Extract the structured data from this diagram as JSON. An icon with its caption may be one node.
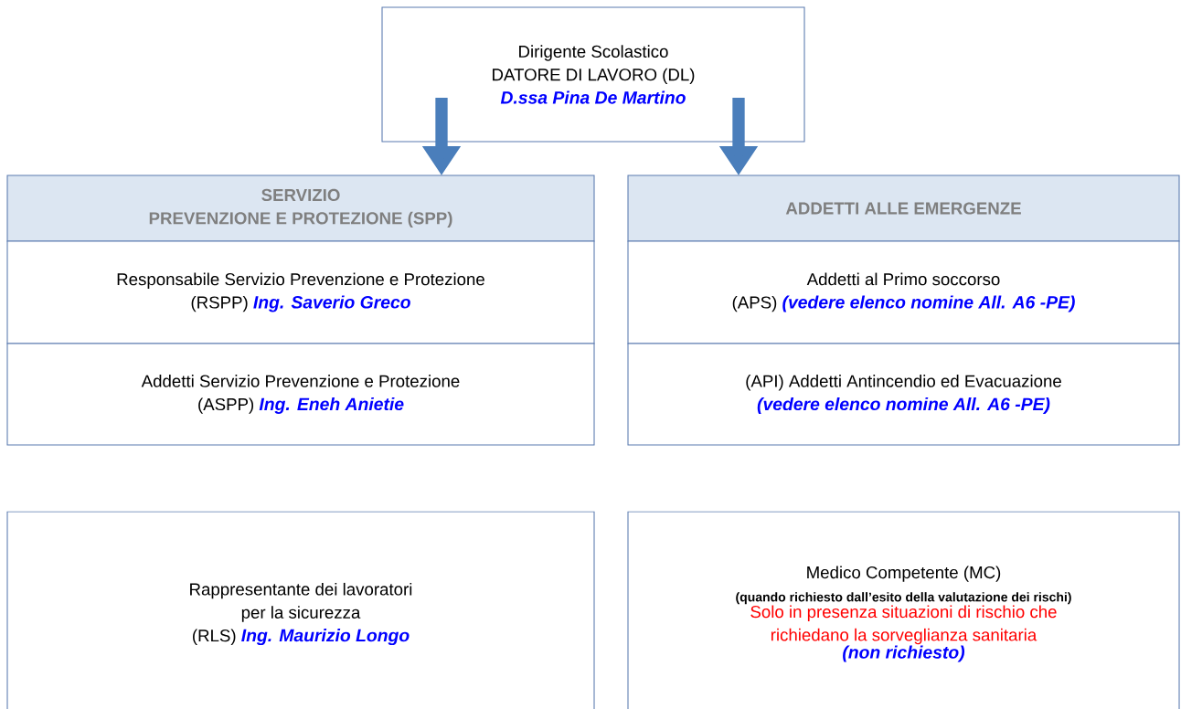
{
  "diagram": {
    "nodes": [
      {
        "text": [
          "Dirigente Scolastico",
          "DATORE DI LAVORO (DL)",
          "D.ssa Pina De Martino"
        ]
      },
      {
        "text": [
          "SERVIZIO",
          "PREVENZIONE E PROTEZIONE (SPP)"
        ]
      },
      {
        "text": [
          "Responsabile Servizio Prevenzione e Protezione",
          "(RSPP)",
          "Ing. Saverio Greco"
        ]
      },
      {
        "text": [
          "Addetti Servizio Prevenzione e Protezione",
          "(ASPP)",
          "Ing. Eneh Anietie"
        ]
      },
      {
        "text": [
          "ADDETTI ALLE EMERGENZE"
        ]
      },
      {
        "text": [
          "Addetti al Primo soccorso",
          "(APS)",
          "(vedere elenco nomine All. A6 -PE)"
        ]
      },
      {
        "text": [
          "(API) Addetti Antincendio ed Evacuazione",
          "(vedere elenco nomine All. A6 -PE)"
        ]
      },
      {
        "text": [
          "Rappresentante dei lavoratori",
          "per la sicurezza",
          "(RLS)",
          "Ing. Maurizio Longo"
        ]
      },
      {
        "text": [
          "Medico Competente (MC)",
          "(quando richiesto dall’esito della valutazione dei rischi)",
          "Solo in presenza situazioni di rischio che richiedano la sorveglianza sanitaria",
          "(non richiesto)"
        ]
      }
    ],
    "edges": [
      {
        "from": 0,
        "to": 1,
        "arrow": "to"
      },
      {
        "from": 0,
        "to": 4,
        "arrow": "to"
      }
    ]
  }
}
